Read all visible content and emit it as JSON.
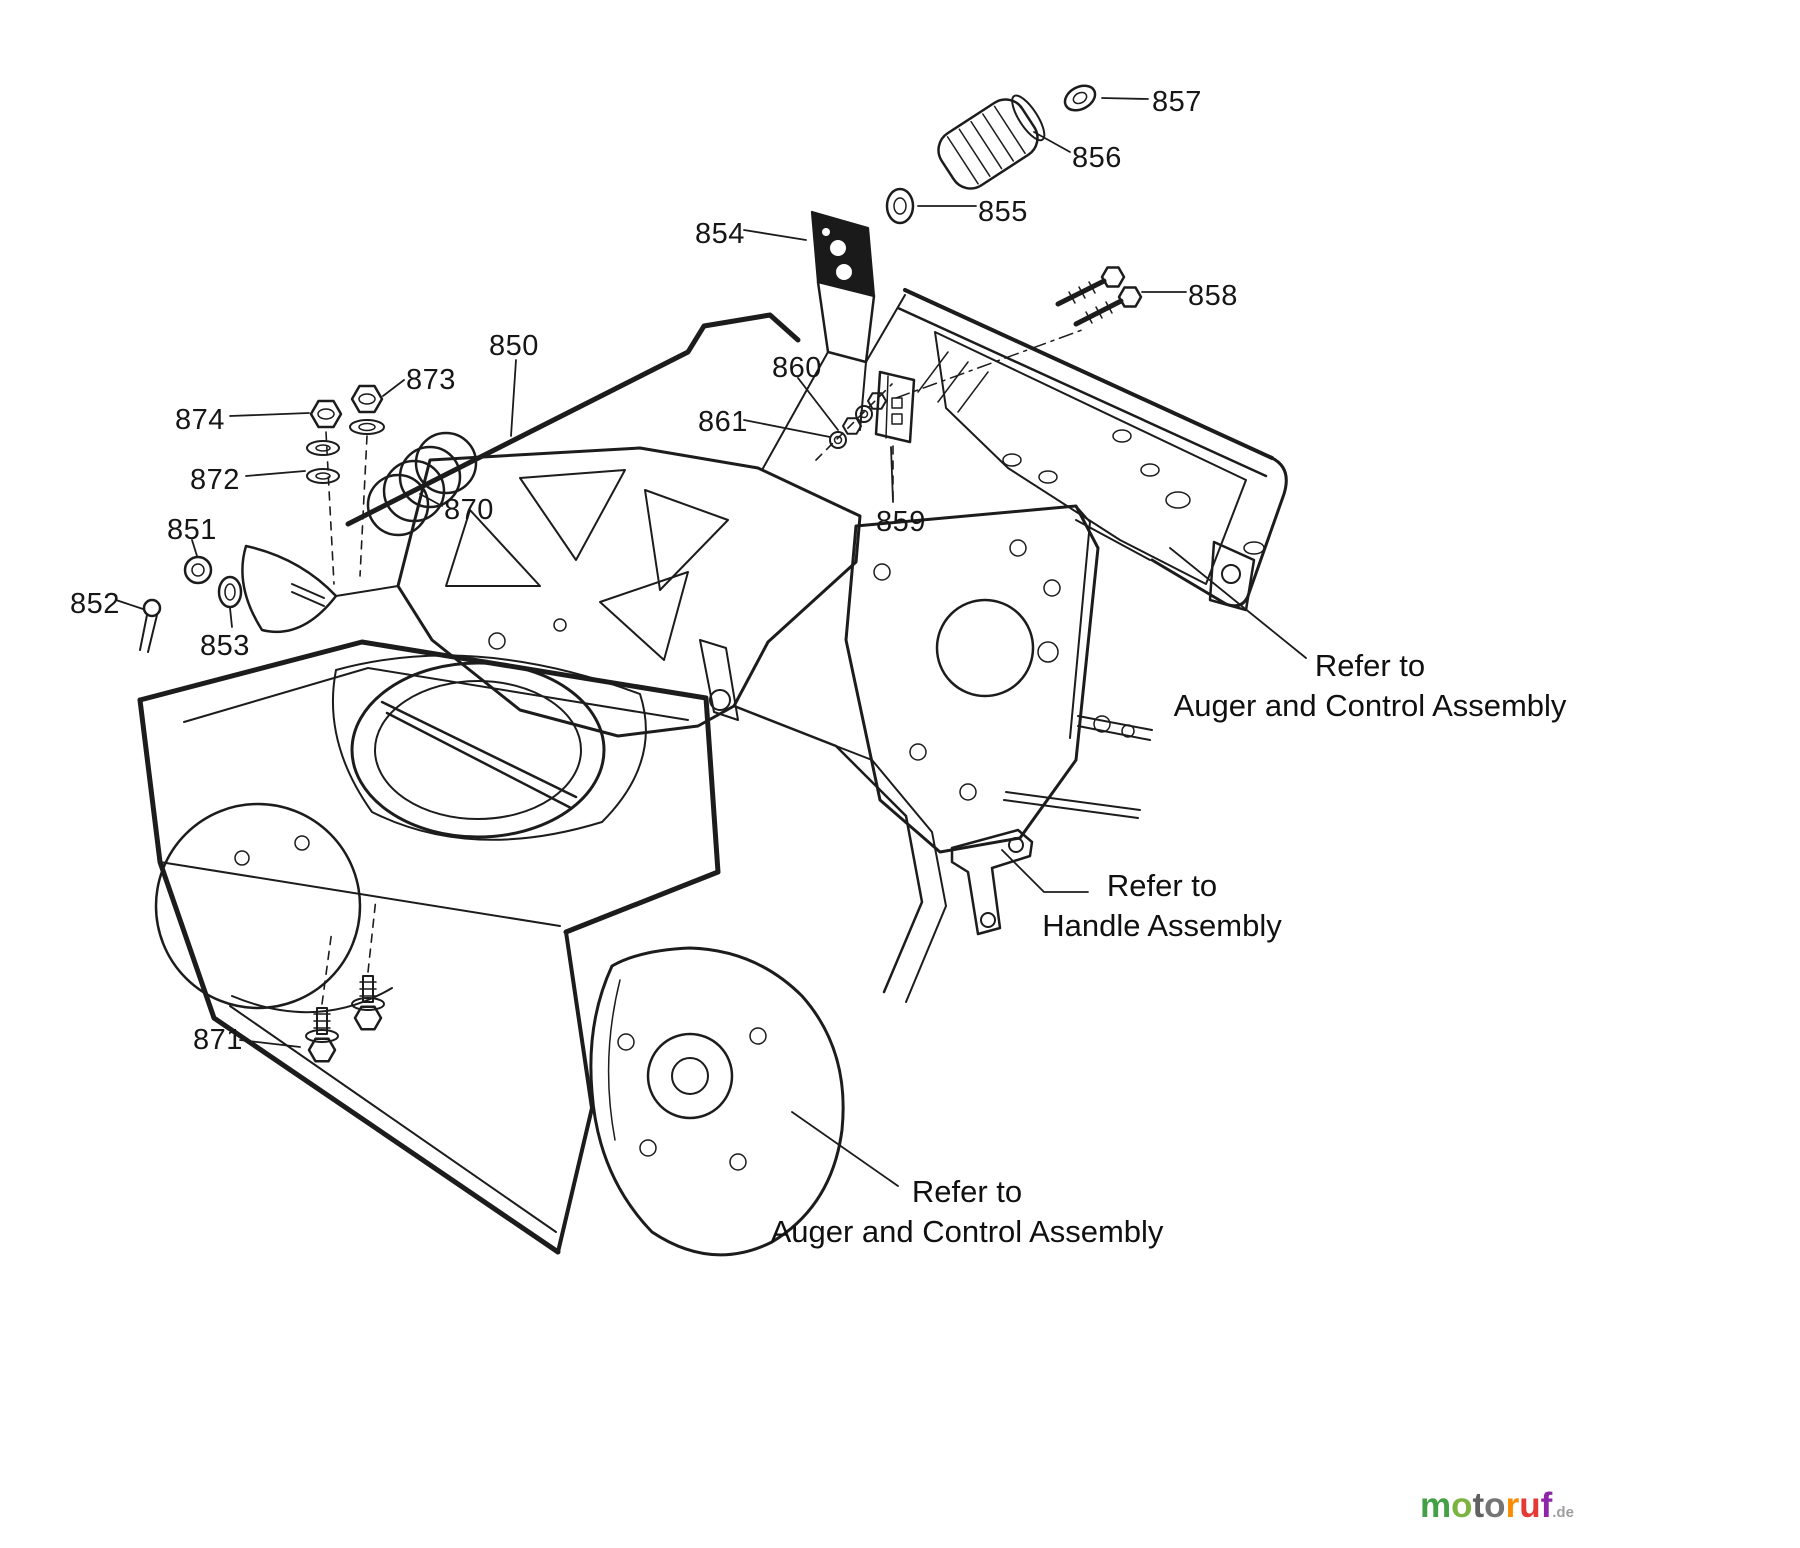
{
  "page": {
    "background": "#ffffff"
  },
  "diagram": {
    "part_labels": [
      {
        "num": "850"
      },
      {
        "num": "851"
      },
      {
        "num": "852"
      },
      {
        "num": "853"
      },
      {
        "num": "854"
      },
      {
        "num": "855"
      },
      {
        "num": "856"
      },
      {
        "num": "857"
      },
      {
        "num": "858"
      },
      {
        "num": "859"
      },
      {
        "num": "860"
      },
      {
        "num": "861"
      },
      {
        "num": "870"
      },
      {
        "num": "871"
      },
      {
        "num": "872"
      },
      {
        "num": "873"
      },
      {
        "num": "874"
      }
    ],
    "annotations": [
      {
        "line1": "Refer to",
        "line2": "Auger and Control Assembly"
      },
      {
        "line1": "Refer to",
        "line2": "Handle Assembly"
      },
      {
        "line1": "Refer to",
        "line2": "Auger  and Control Assembly"
      }
    ]
  },
  "branding": {
    "wordmark": "motoruf",
    "domain_suffix": ".de",
    "letter_colors": [
      "#43a047",
      "#7cb342",
      "#616161",
      "#757575",
      "#fb8c00",
      "#e53935",
      "#8e24aa"
    ],
    "suffix_color": "#9e9e9e"
  }
}
